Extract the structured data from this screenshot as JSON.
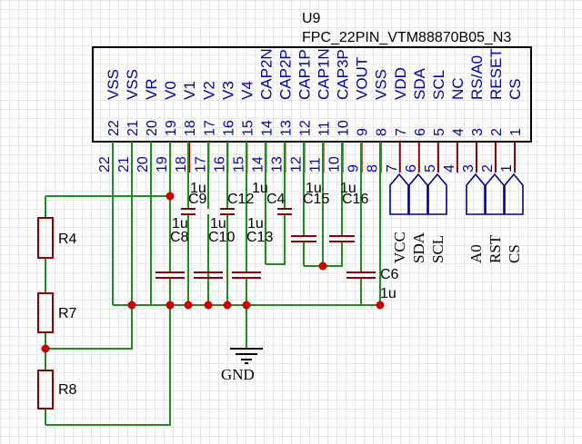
{
  "ic": {
    "ref": "U9",
    "part": "FPC_22PIN_VTM88870B05_N3",
    "pins": [
      {
        "num": "22",
        "name": "VSS"
      },
      {
        "num": "21",
        "name": "VSS"
      },
      {
        "num": "20",
        "name": "VR"
      },
      {
        "num": "19",
        "name": "V0"
      },
      {
        "num": "18",
        "name": "V1"
      },
      {
        "num": "17",
        "name": "V2"
      },
      {
        "num": "16",
        "name": "V3"
      },
      {
        "num": "15",
        "name": "V4"
      },
      {
        "num": "14",
        "name": "CAP2N"
      },
      {
        "num": "13",
        "name": "CAP2P"
      },
      {
        "num": "12",
        "name": "CAP1P"
      },
      {
        "num": "11",
        "name": "CAP1N"
      },
      {
        "num": "10",
        "name": "CAP3P"
      },
      {
        "num": "9",
        "name": "VOUT"
      },
      {
        "num": "8",
        "name": "VSS"
      },
      {
        "num": "7",
        "name": "VDD"
      },
      {
        "num": "6",
        "name": "SDA"
      },
      {
        "num": "5",
        "name": "SCL"
      },
      {
        "num": "4",
        "name": "NC"
      },
      {
        "num": "3",
        "name": "RS/A0"
      },
      {
        "num": "2",
        "name": "RESET"
      },
      {
        "num": "1",
        "name": "CS"
      }
    ]
  },
  "capacitors": [
    {
      "ref": "C9",
      "value": "1u"
    },
    {
      "ref": "C12",
      "value": "1u"
    },
    {
      "ref": "C4",
      "value": "1u"
    },
    {
      "ref": "C15",
      "value": "1u"
    },
    {
      "ref": "C16",
      "value": "1u"
    },
    {
      "ref": "C8",
      "value": "1u"
    },
    {
      "ref": "C10",
      "value": "1u"
    },
    {
      "ref": "C13",
      "value": "1u"
    },
    {
      "ref": "C6",
      "value": "1u"
    }
  ],
  "resistors": [
    {
      "ref": "R4"
    },
    {
      "ref": "R7"
    },
    {
      "ref": "R8"
    }
  ],
  "ground": {
    "label": "GND"
  },
  "net_ports": [
    {
      "label": "VCC"
    },
    {
      "label": "SDA"
    },
    {
      "label": "SCL"
    },
    {
      "label": "A0"
    },
    {
      "label": "RST"
    },
    {
      "label": "CS"
    }
  ],
  "colors": {
    "wire": "#1a8f1a",
    "component": "#8b0000",
    "pin_text": "#0000b0",
    "junction": "#cc0000"
  }
}
